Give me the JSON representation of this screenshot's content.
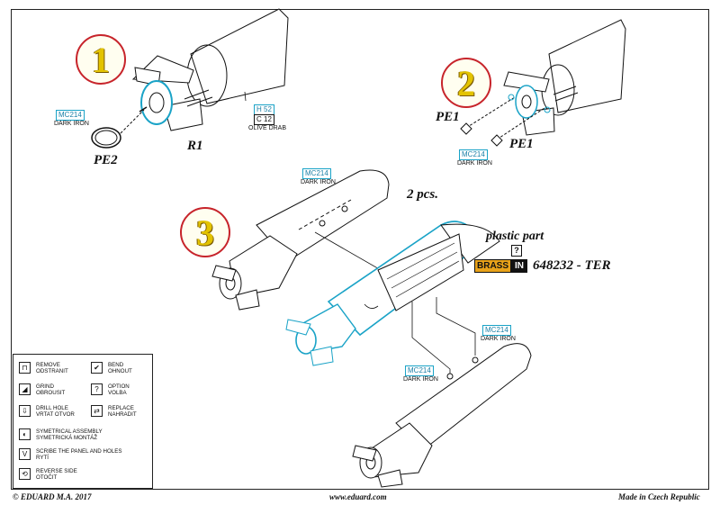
{
  "steps": [
    "1",
    "2",
    "3"
  ],
  "parts": {
    "pe2": "PE2",
    "r1": "R1",
    "pe1_a": "PE1",
    "pe1_b": "PE1"
  },
  "colors": {
    "mc214_a": {
      "code": "MC214",
      "name": "DARK IRON"
    },
    "h52": {
      "code": "H 52",
      "name": ""
    },
    "c12": {
      "code": "C 12",
      "name": "OLIVE DRAB"
    },
    "mc214_b": {
      "code": "MC214",
      "name": "DARK IRON"
    },
    "mc214_c": {
      "code": "MC214",
      "name": "DARK IRON"
    },
    "mc214_d": {
      "code": "MC214",
      "name": "DARK IRON"
    },
    "mc214_e": {
      "code": "MC214",
      "name": "DARK IRON"
    }
  },
  "notes": {
    "two_pcs": "2 pcs.",
    "plastic_part": "plastic part",
    "option_mark": "?",
    "brassin_a": "BRASS",
    "brassin_b": "IN",
    "brassin_code": "648232 - TER"
  },
  "legend": [
    {
      "icon": "⊓",
      "icon_name": "remove-icon",
      "text": "REMOVE\nODSTRANIT"
    },
    {
      "icon": "✔",
      "icon_name": "bend-icon",
      "text": "BEND\nOHNOUT"
    },
    {
      "icon": "◢",
      "icon_name": "grind-icon",
      "text": "GRIND\nOBROUSIT"
    },
    {
      "icon": "?",
      "icon_name": "option-icon",
      "text": "OPTION\nVOLBA"
    },
    {
      "icon": "⇩",
      "icon_name": "drill-hole-icon",
      "text": "DRILL HOLE\nVRTAT OTVOR"
    },
    {
      "icon": "⇄",
      "icon_name": "replace-icon",
      "text": "REPLACE\nNAHRADIT"
    },
    {
      "icon": "◐",
      "icon_name": "symmetrical-assembly-icon",
      "text": "SYMETRICAL ASSEMBLY\nSYMETRICKÁ MONTÁŽ"
    },
    {
      "icon": "V",
      "icon_name": "scribe-icon",
      "text": "SCRIBE THE PANEL AND HOLES\nRYTÍ"
    },
    {
      "icon": "⟲",
      "icon_name": "reverse-side-icon",
      "text": "REVERSE SIDE\nOTOČIT"
    }
  ],
  "footer": {
    "left": "© EDUARD  M.A. 2017",
    "center": "www.eduard.com",
    "right": "Made in Czech Republic"
  }
}
